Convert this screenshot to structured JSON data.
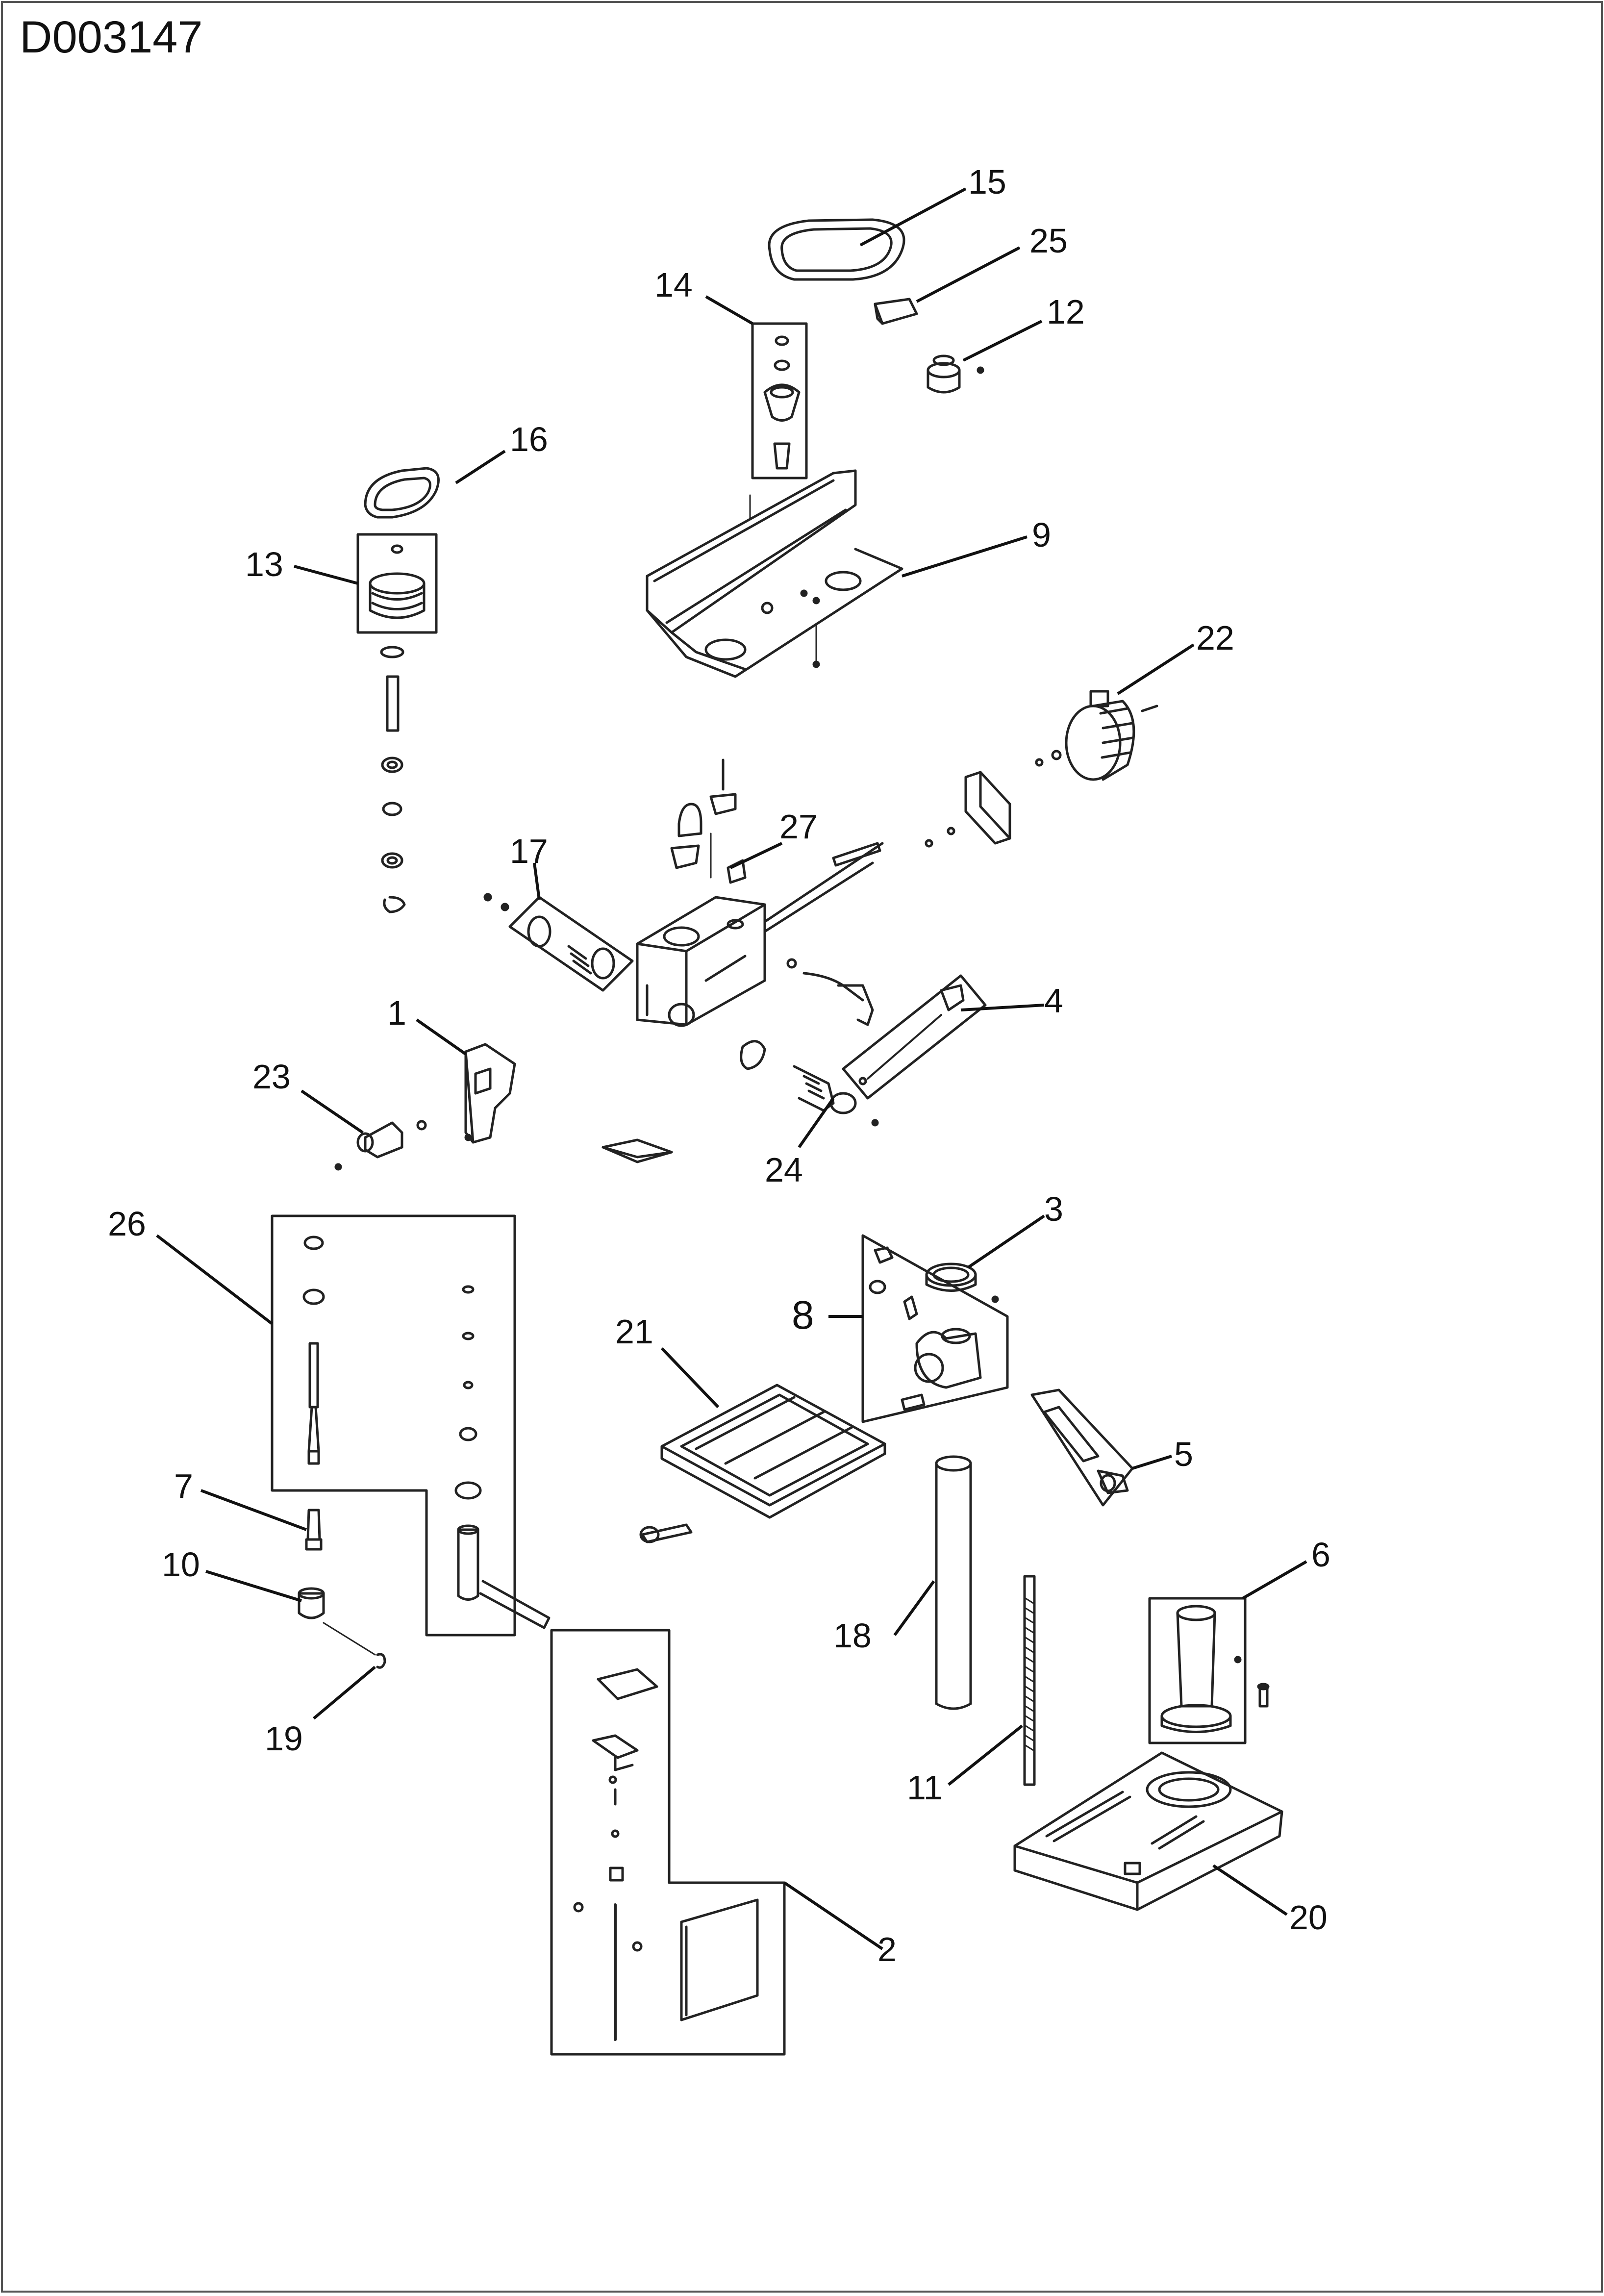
{
  "document": {
    "id": "D003147"
  },
  "callouts": [
    {
      "label": "1"
    },
    {
      "label": "2"
    },
    {
      "label": "3"
    },
    {
      "label": "4"
    },
    {
      "label": "5"
    },
    {
      "label": "6"
    },
    {
      "label": "7"
    },
    {
      "label": "8"
    },
    {
      "label": "9"
    },
    {
      "label": "10"
    },
    {
      "label": "11"
    },
    {
      "label": "12"
    },
    {
      "label": "13"
    },
    {
      "label": "14"
    },
    {
      "label": "15"
    },
    {
      "label": "16"
    },
    {
      "label": "17"
    },
    {
      "label": "18"
    },
    {
      "label": "19"
    },
    {
      "label": "20"
    },
    {
      "label": "21"
    },
    {
      "label": "22"
    },
    {
      "label": "23"
    },
    {
      "label": "24"
    },
    {
      "label": "25"
    },
    {
      "label": "26"
    },
    {
      "label": "27"
    }
  ]
}
